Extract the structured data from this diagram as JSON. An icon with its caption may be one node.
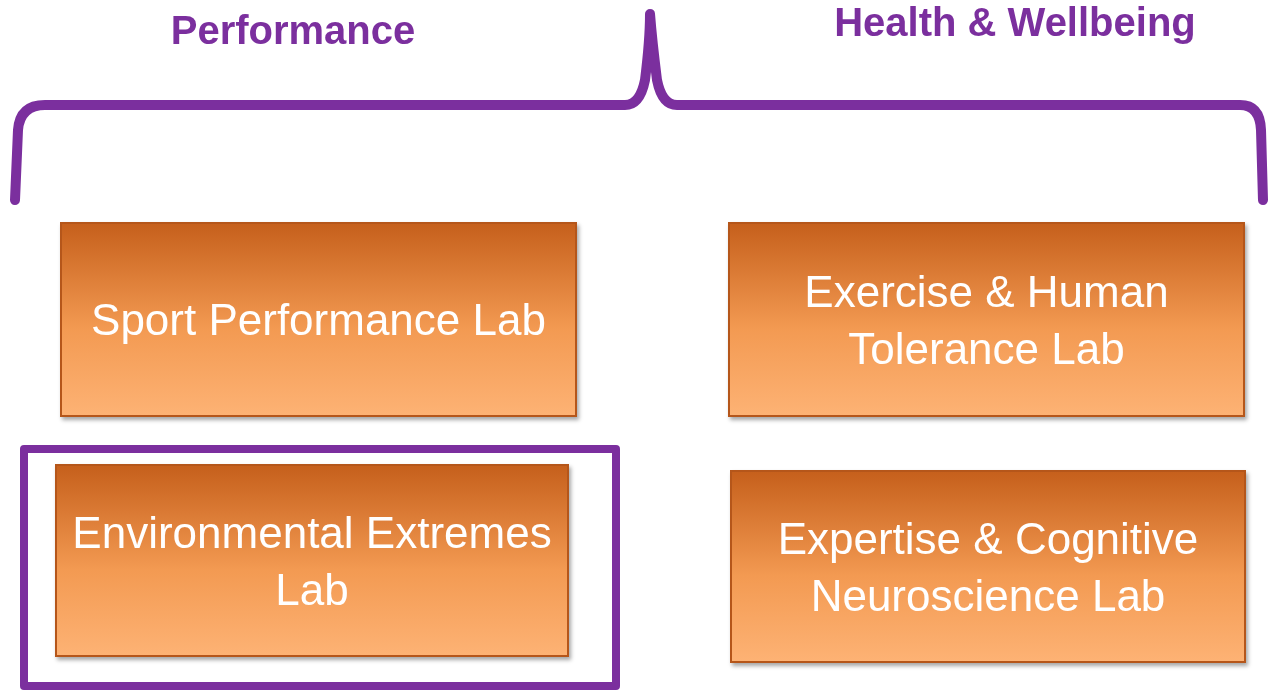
{
  "diagram": {
    "nodes": [
      {
        "text": [
          "Sport Performance Lab"
        ]
      },
      {
        "text": [
          "Exercise & Human Tolerance Lab"
        ]
      },
      {
        "text": [],
        "shape": "box"
      },
      {
        "text": [
          "Environmental Extremes Lab"
        ],
        "in": 2
      },
      {
        "text": [
          "Expertise & Cognitive Neuroscience Lab"
        ]
      }
    ],
    "edges": [],
    "labels": [
      "Performance",
      "Health & Wellbeing"
    ]
  }
}
